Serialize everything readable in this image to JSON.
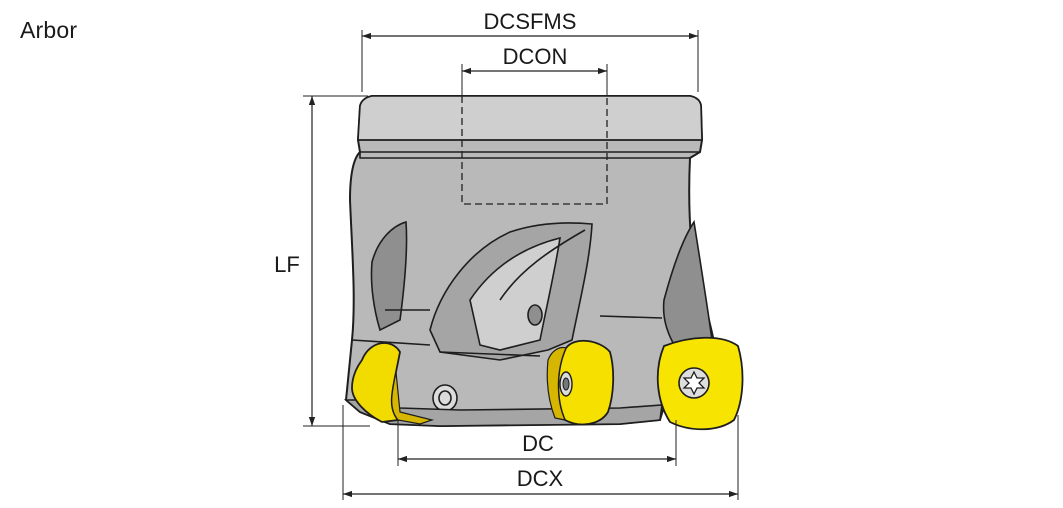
{
  "title": "Arbor",
  "dimensions": {
    "dcsfms": "DCSFMS",
    "dcon": "DCON",
    "lf": "LF",
    "dc": "DC",
    "dcx": "DCX"
  },
  "colors": {
    "body": "#b9b9b9",
    "insert": "#f5e000",
    "insert_shade": "#d9b800",
    "outline": "#1e1e1e"
  }
}
